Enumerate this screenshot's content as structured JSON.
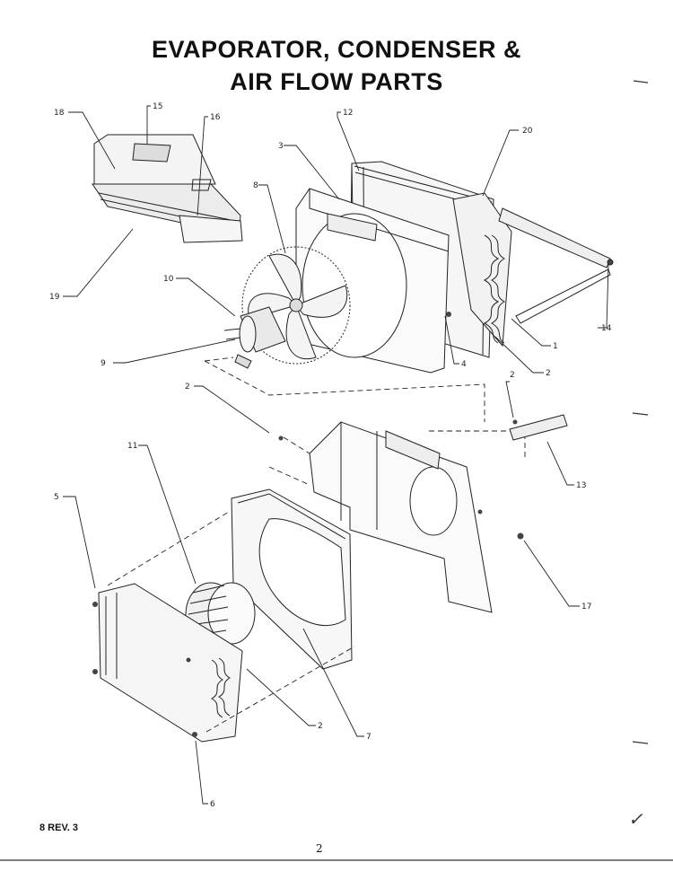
{
  "title": {
    "line1": "EVAPORATOR, CONDENSER &",
    "line2": "AIR FLOW PARTS"
  },
  "callouts": [
    {
      "id": "c18",
      "label": "18"
    },
    {
      "id": "c15",
      "label": "15"
    },
    {
      "id": "c16",
      "label": "16"
    },
    {
      "id": "c12",
      "label": "12"
    },
    {
      "id": "c20",
      "label": "20"
    },
    {
      "id": "c3",
      "label": "3"
    },
    {
      "id": "c8",
      "label": "8"
    },
    {
      "id": "c19",
      "label": "19"
    },
    {
      "id": "c10",
      "label": "10"
    },
    {
      "id": "c14",
      "label": "14"
    },
    {
      "id": "c1",
      "label": "1"
    },
    {
      "id": "c4",
      "label": "4"
    },
    {
      "id": "c2a",
      "label": "2"
    },
    {
      "id": "c9",
      "label": "9"
    },
    {
      "id": "c2b",
      "label": "2"
    },
    {
      "id": "c2c",
      "label": "2"
    },
    {
      "id": "c13",
      "label": "13"
    },
    {
      "id": "c11",
      "label": "11"
    },
    {
      "id": "c5",
      "label": "5"
    },
    {
      "id": "c17",
      "label": "17"
    },
    {
      "id": "c2d",
      "label": "2"
    },
    {
      "id": "c7",
      "label": "7"
    },
    {
      "id": "c6",
      "label": "6"
    }
  ],
  "footer": {
    "revision": "8 REV. 3",
    "page_mark": "2"
  }
}
